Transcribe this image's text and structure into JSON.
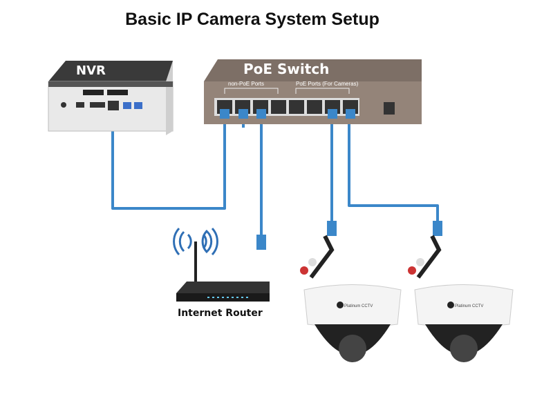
{
  "title": "Basic IP Camera System Setup",
  "devices": {
    "nvr": {
      "label": "NVR"
    },
    "switch": {
      "label": "PoE Switch",
      "non_poe_label": "non-PoE Ports",
      "poe_label": "PoE Ports (For Cameras)"
    },
    "router": {
      "label": "Internet Router"
    },
    "cameras": [
      {
        "brand": "Platinum CCTV"
      },
      {
        "brand": "Platinum CCTV"
      }
    ]
  },
  "colors": {
    "cable": "#3b87c9",
    "switch_body": "#8a7a70",
    "text": "#111111"
  }
}
